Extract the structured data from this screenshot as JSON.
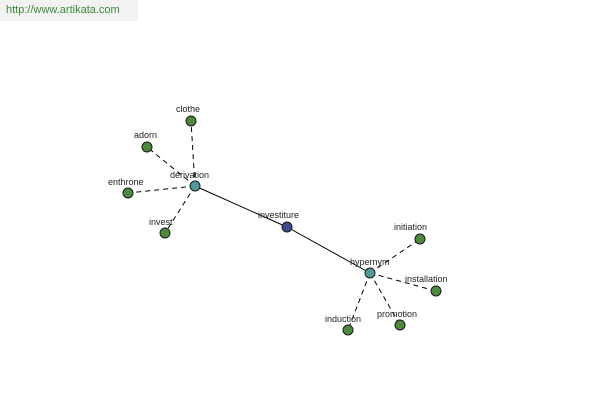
{
  "header": {
    "url": "http://www.artikata.com"
  },
  "graph": {
    "center": {
      "label": "investiture",
      "color": "#3d4a8c"
    },
    "hubs": [
      {
        "id": "derivation",
        "label": "derivation",
        "color": "#4f9a9a"
      },
      {
        "id": "hypernym",
        "label": "hypernym",
        "color": "#4f9a9a"
      }
    ],
    "leaves": [
      {
        "label": "clothe",
        "hub": "derivation"
      },
      {
        "label": "adorn",
        "hub": "derivation"
      },
      {
        "label": "enthrone",
        "hub": "derivation"
      },
      {
        "label": "invest",
        "hub": "derivation"
      },
      {
        "label": "initiation",
        "hub": "hypernym"
      },
      {
        "label": "installation",
        "hub": "hypernym"
      },
      {
        "label": "promotion",
        "hub": "hypernym"
      },
      {
        "label": "induction",
        "hub": "hypernym"
      }
    ],
    "leaf_color": "#4e8a3c",
    "node_stroke": "#1a1a1a",
    "edge_color": "#000000"
  }
}
